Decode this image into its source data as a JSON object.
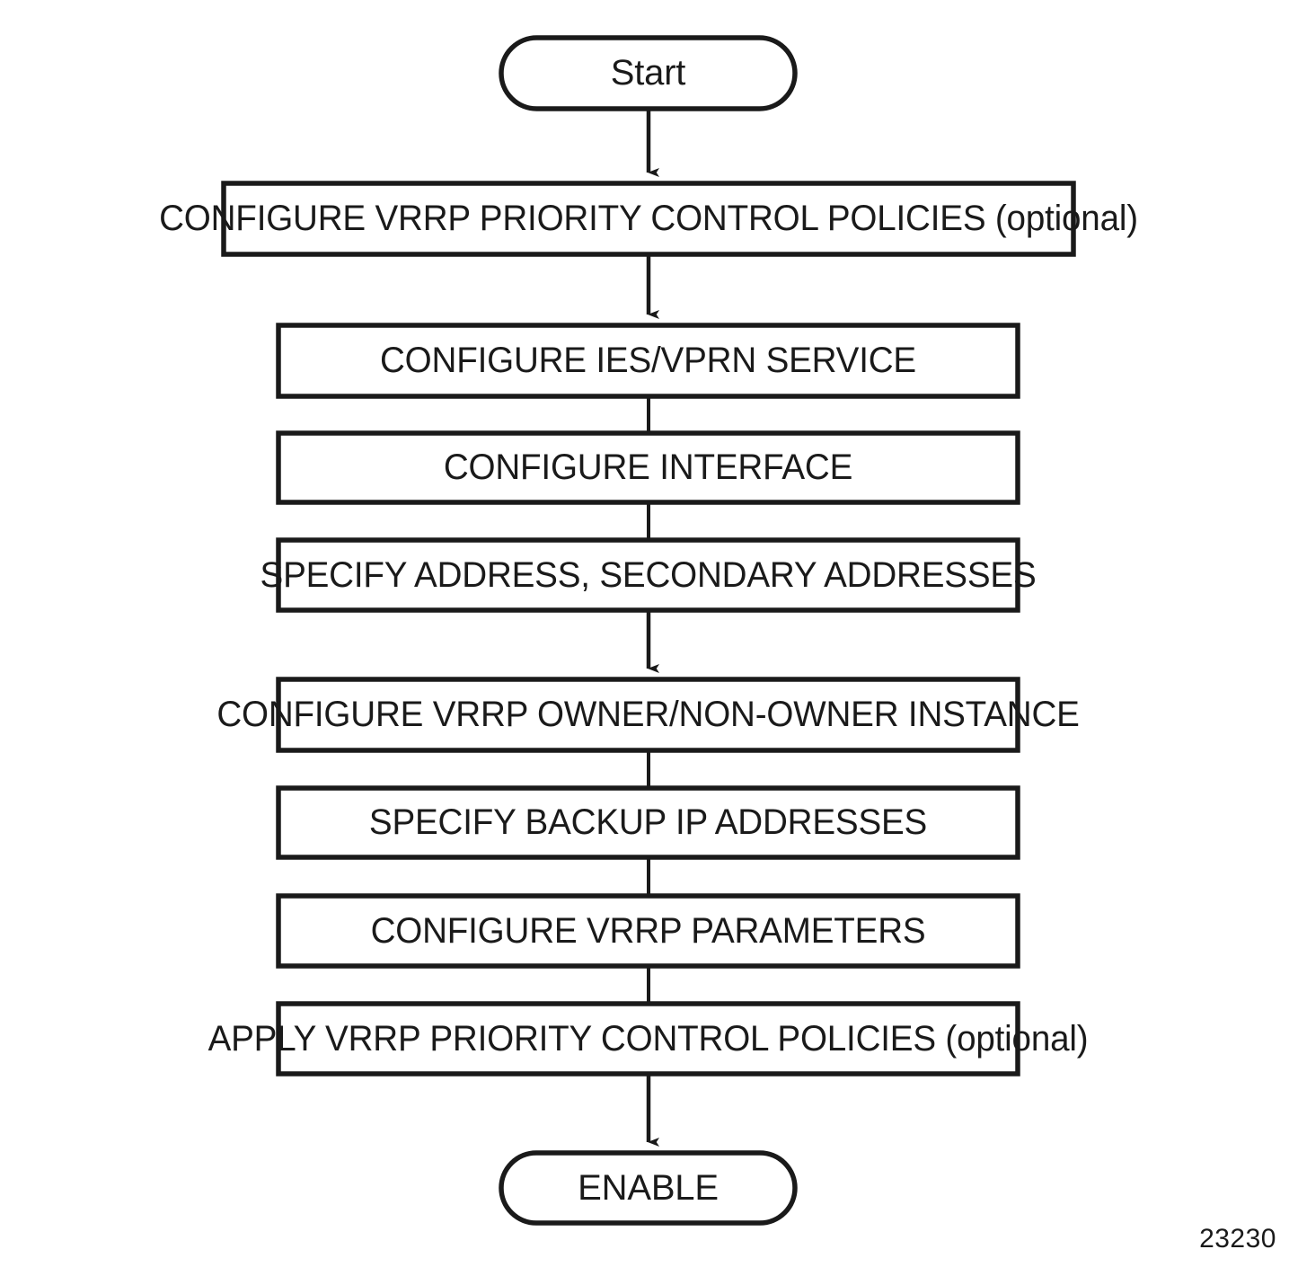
{
  "diagram": {
    "title": "VRRP Configuration Flow",
    "figure_id": "23230",
    "background_color": "#ffffff",
    "stroke_color": "#1a1a1a",
    "nodes": [
      {
        "id": "start",
        "shape": "terminal",
        "label": "Start"
      },
      {
        "id": "policies",
        "shape": "process",
        "label": "CONFIGURE VRRP PRIORITY CONTROL POLICIES (optional)"
      },
      {
        "id": "service",
        "shape": "process",
        "label": "CONFIGURE IES/VPRN SERVICE"
      },
      {
        "id": "interface",
        "shape": "process",
        "label": "CONFIGURE INTERFACE"
      },
      {
        "id": "addresses",
        "shape": "process",
        "label": "SPECIFY ADDRESS, SECONDARY ADDRESSES"
      },
      {
        "id": "instance",
        "shape": "process",
        "label": "CONFIGURE VRRP OWNER/NON-OWNER INSTANCE"
      },
      {
        "id": "backupip",
        "shape": "process",
        "label": "SPECIFY BACKUP IP ADDRESSES"
      },
      {
        "id": "parameters",
        "shape": "process",
        "label": "CONFIGURE VRRP PARAMETERS"
      },
      {
        "id": "applypolicy",
        "shape": "process",
        "label": "APPLY VRRP PRIORITY CONTROL POLICIES (optional)"
      },
      {
        "id": "enable",
        "shape": "terminal",
        "label": "ENABLE"
      }
    ],
    "connectors": [
      {
        "from": "start",
        "to": "policies",
        "arrowhead": true
      },
      {
        "from": "policies",
        "to": "service",
        "arrowhead": true
      },
      {
        "from": "service",
        "to": "interface",
        "arrowhead": false
      },
      {
        "from": "interface",
        "to": "addresses",
        "arrowhead": false
      },
      {
        "from": "addresses",
        "to": "instance",
        "arrowhead": true
      },
      {
        "from": "instance",
        "to": "backupip",
        "arrowhead": false
      },
      {
        "from": "backupip",
        "to": "parameters",
        "arrowhead": false
      },
      {
        "from": "parameters",
        "to": "applypolicy",
        "arrowhead": false
      },
      {
        "from": "applypolicy",
        "to": "enable",
        "arrowhead": true
      }
    ]
  }
}
